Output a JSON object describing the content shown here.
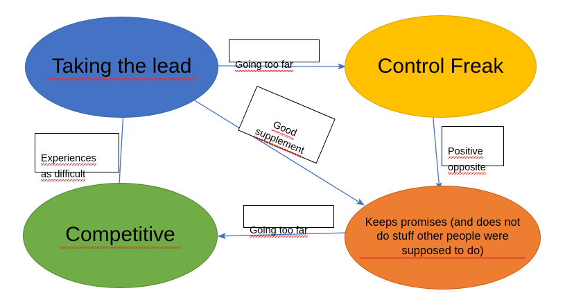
{
  "diagram": {
    "title": "Taking the lead / Control Freak / Competitive / Keeps promises relationship diagram",
    "background_color": "#FFFFFF",
    "edge_color": "#4472C4",
    "nodes": [
      {
        "id": "taking-the-lead",
        "label": "Taking the lead",
        "shape": "ellipse",
        "fill": "#4472C4",
        "stroke": "#3C64AC",
        "text_color": "#000000",
        "spellcheck_underline": true
      },
      {
        "id": "control-freak",
        "label": "Control Freak",
        "shape": "ellipse",
        "fill": "#FFC000",
        "stroke": "#D9A400",
        "text_color": "#000000",
        "spellcheck_underline": false
      },
      {
        "id": "competitive",
        "label": "Competitive",
        "shape": "ellipse",
        "fill": "#70AD47",
        "stroke": "#548235",
        "text_color": "#000000",
        "spellcheck_underline": true
      },
      {
        "id": "keeps-promises",
        "label": "Keeps promises (and does not\ndo stuff other people were\nsupposed to do)",
        "shape": "ellipse",
        "fill": "#ED7D31",
        "stroke": "#C55A11",
        "text_color": "#000000",
        "spellcheck_underline": true
      }
    ],
    "edge_labels": [
      {
        "id": "going-too-far-top",
        "text": "Going too far",
        "from": "taking-the-lead",
        "to": "control-freak",
        "rotated": false
      },
      {
        "id": "good-supplement",
        "text": "Good\nsupplement",
        "from": "taking-the-lead",
        "to": "keeps-promises",
        "rotated": true,
        "rotation_degrees": 23
      },
      {
        "id": "positive-opposite",
        "text": "Positive\nopposite",
        "from": "control-freak",
        "to": "keeps-promises",
        "rotated": false
      },
      {
        "id": "going-too-far-bottom",
        "text": "Going too far",
        "from": "keeps-promises",
        "to": "competitive",
        "rotated": false
      },
      {
        "id": "experiences-as-difficult",
        "text": "Experiences\nas difficult",
        "from": "competitive",
        "to": "taking-the-lead",
        "rotated": false
      }
    ]
  }
}
